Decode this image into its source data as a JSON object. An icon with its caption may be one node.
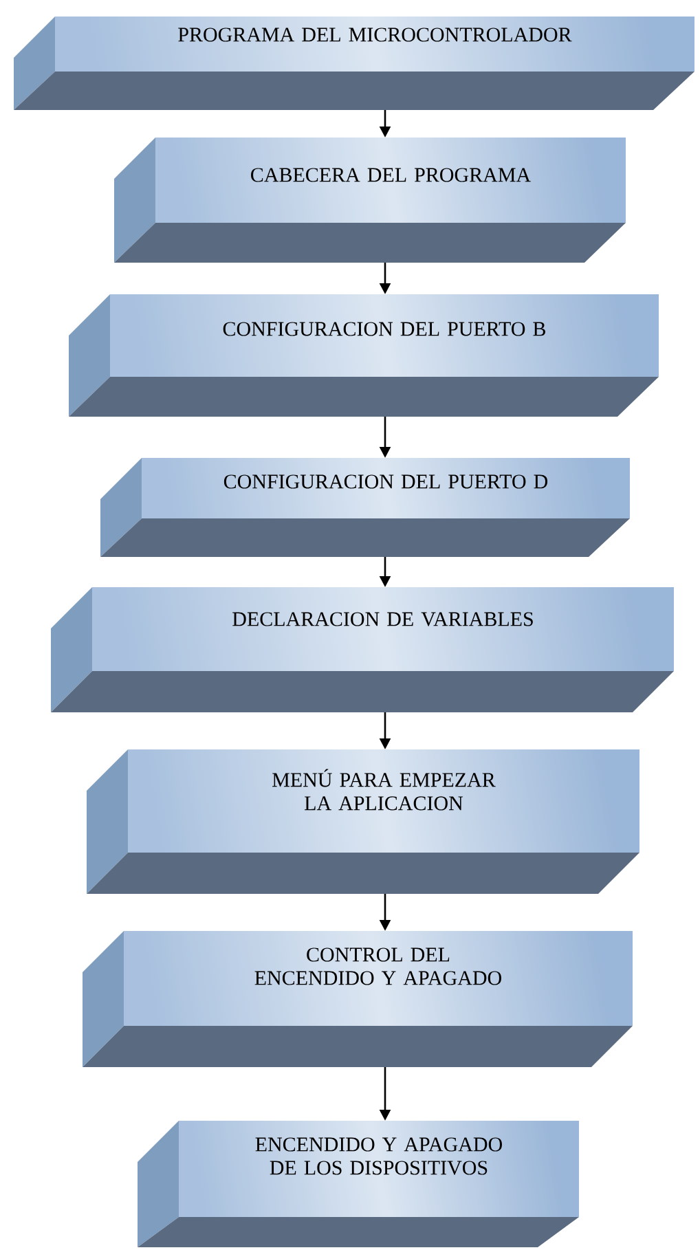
{
  "diagram": {
    "nodes": [
      {
        "text": [
          "PROGRAMA DEL MICROCONTROLADOR"
        ]
      },
      {
        "text": [
          "CABECERA DEL PROGRAMA"
        ]
      },
      {
        "text": [
          "CONFIGURACION DEL PUERTO B"
        ]
      },
      {
        "text": [
          "CONFIGURACION DEL PUERTO D"
        ]
      },
      {
        "text": [
          "DECLARACION DE VARIABLES"
        ]
      },
      {
        "text": [
          "MENÚ PARA EMPEZAR LA APLICACION"
        ]
      },
      {
        "text": [
          "CONTROL DEL ENCENDIDO Y APAGADO"
        ]
      },
      {
        "text": [
          "ENCENDIDO Y APAGADO DE LOS DISPOSITIVOS"
        ]
      }
    ],
    "edges": [
      {
        "from": 0,
        "to": 1,
        "arrow": "to"
      },
      {
        "from": 1,
        "to": 2,
        "arrow": "to"
      },
      {
        "from": 2,
        "to": 3,
        "arrow": "to"
      },
      {
        "from": 3,
        "to": 4,
        "arrow": "to"
      },
      {
        "from": 4,
        "to": 5,
        "arrow": "to"
      },
      {
        "from": 5,
        "to": 6,
        "arrow": "to"
      },
      {
        "from": 6,
        "to": 7,
        "arrow": "to"
      }
    ]
  }
}
